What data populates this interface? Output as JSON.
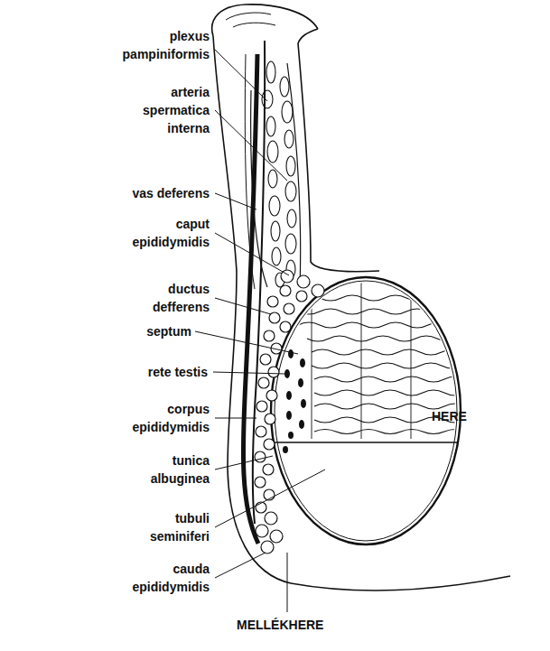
{
  "diagram": {
    "labels": [
      "plexus pampiniformis",
      "arteria spermatica interna",
      "vas deferens",
      "caput epididymidis",
      "ductus defferens",
      "septum",
      "rete testis",
      "corpus epididymidis",
      "tunica albuginea",
      "tubuli seminiferi",
      "cauda epididymidis",
      "HERE",
      "MELLÉKHERE"
    ]
  }
}
